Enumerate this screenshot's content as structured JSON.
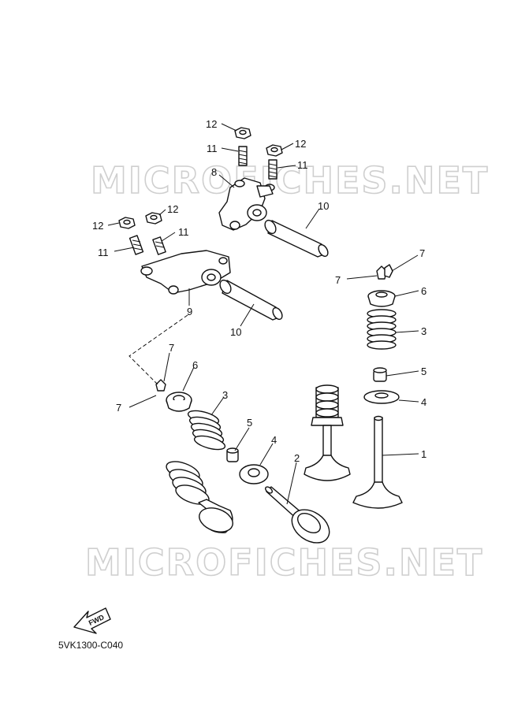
{
  "watermark": "MICROFICHES.NET",
  "diagram_code": "5VK1300-C040",
  "fwd_label": "FWD",
  "callouts": {
    "c12a": "12",
    "c11a": "11",
    "c12b": "12",
    "c11b": "11",
    "c8": "8",
    "c10a": "10",
    "c12c": "12",
    "c12d": "12",
    "c11c": "11",
    "c11d": "11",
    "c9": "9",
    "c10b": "10",
    "c7a": "7",
    "c7b": "7",
    "c6a": "6",
    "c3a": "3",
    "c5a": "5",
    "c4a": "4",
    "c7c": "7",
    "c7d": "7",
    "c6b": "6",
    "c3b": "3",
    "c5b": "5",
    "c4b": "4",
    "c2": "2",
    "c1": "1"
  }
}
